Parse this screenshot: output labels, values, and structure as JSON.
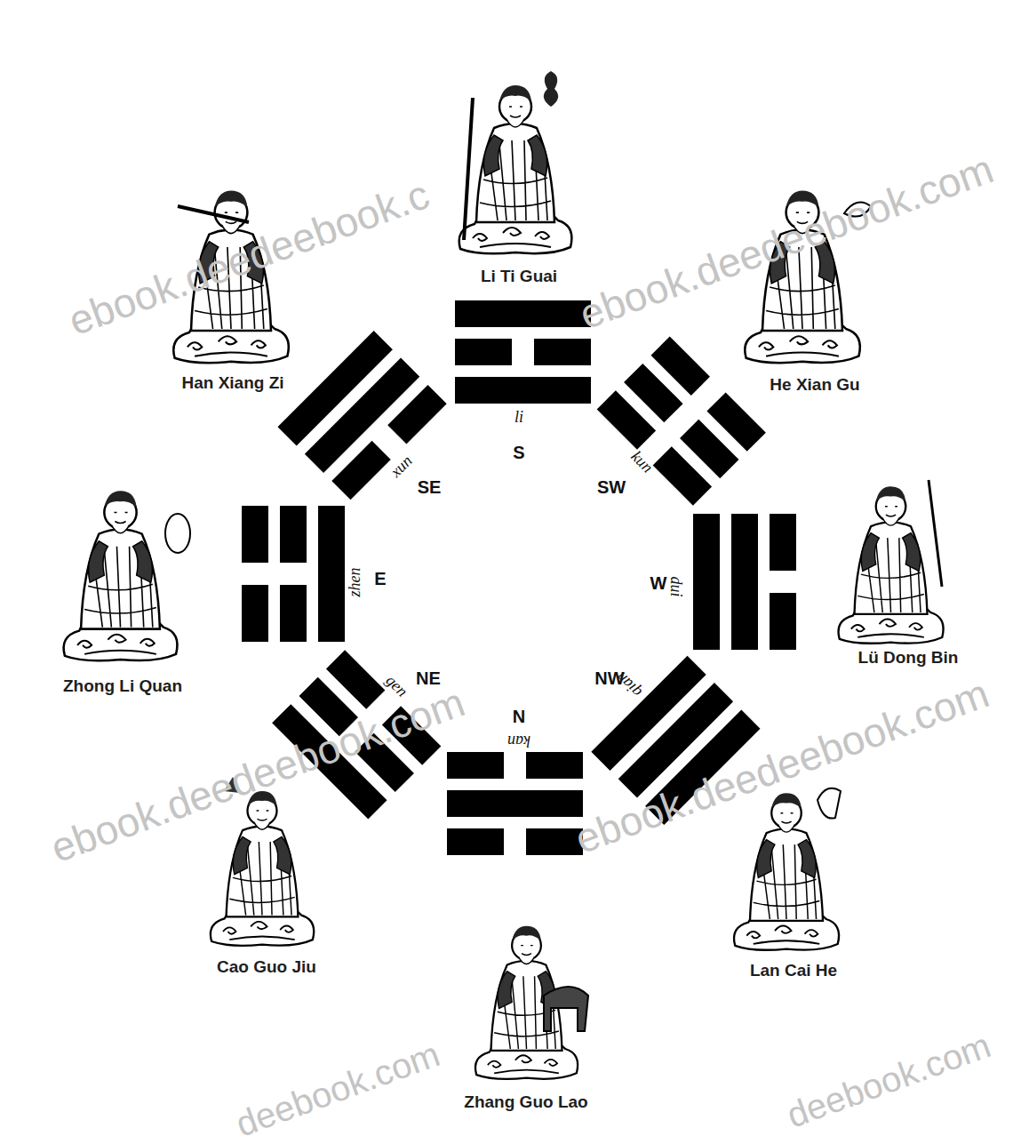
{
  "diagram": {
    "labels": [
      "Li Ti Guai",
      "Han Xiang Zi",
      "He Xian Gu",
      "Zhong Li Quan",
      "Lü Dong Bin",
      "Cao Guo Jiu",
      "Lan Cai He",
      "Zhang Guo Lao",
      "li",
      "xun",
      "kun",
      "zhen",
      "dui",
      "gen",
      "qian",
      "kan",
      "S",
      "SE",
      "SW",
      "E",
      "W",
      "NE",
      "NW",
      "N",
      "ebook.deedeebook.c",
      "ebook.deedeebook.com",
      "ebook.deedeebook.com",
      "ebook.deedeebook.com",
      "deebook.com",
      "deebook.com"
    ]
  }
}
